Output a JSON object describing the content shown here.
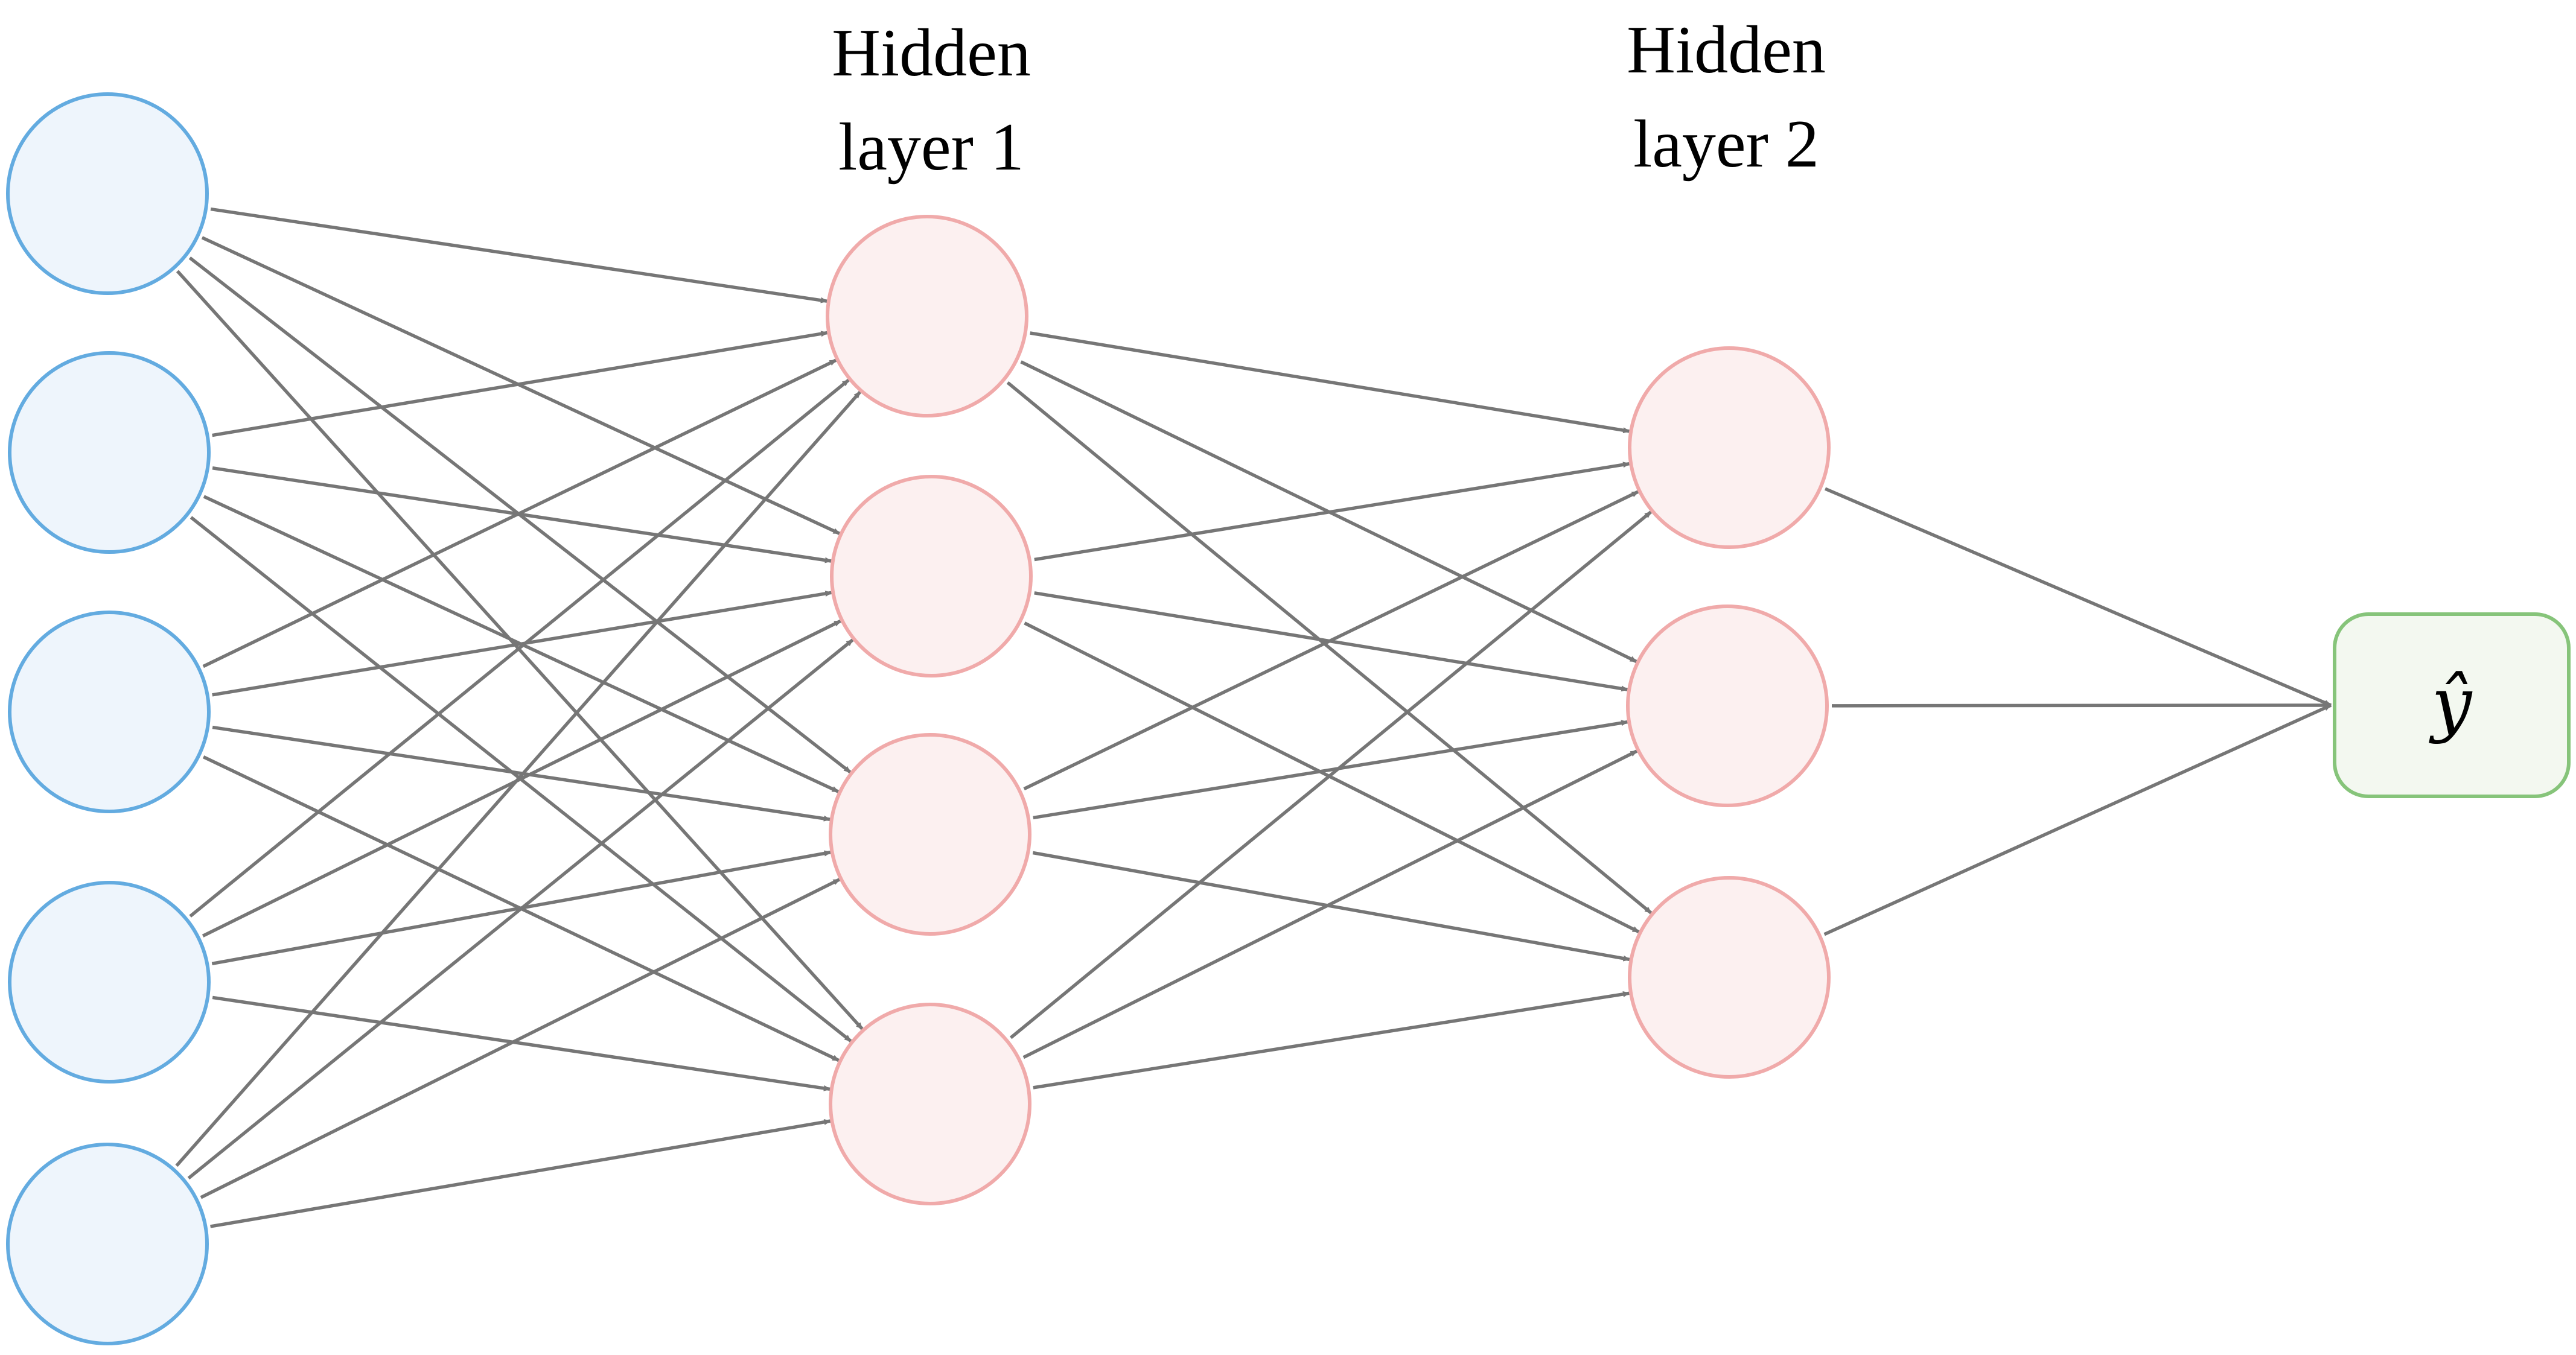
{
  "diagram": {
    "hidden_layer_1_title": [
      "Hidden",
      "layer 1"
    ],
    "hidden_layer_2_title": [
      "Hidden",
      "layer 2"
    ],
    "output_label": "ŷ"
  },
  "structure": {
    "input_nodes": 5,
    "hidden_layer_1_nodes": 4,
    "hidden_layer_2_nodes": 3,
    "output_nodes": 1,
    "connections": "fully-connected, arrows pointing to next layer"
  },
  "colors": {
    "input_fill": "#eef5fc",
    "input_stroke": "#63abe0",
    "hidden_fill": "#fcf0f0",
    "hidden_stroke": "#f0aaaa",
    "output_fill": "#f3f8f0",
    "output_stroke": "#86c47a",
    "edge": "#767676",
    "text": "#000000"
  }
}
